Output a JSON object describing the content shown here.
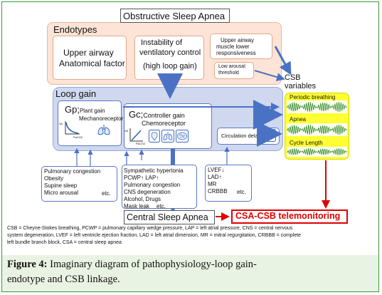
{
  "title": "Obstructive Sleep Apnea",
  "endotypes": {
    "label": "Endotypes",
    "anatomy": [
      "Upper airway",
      "Anatomical factor"
    ],
    "instability": [
      "Instability of",
      "ventilatory control",
      "(high loop gain)"
    ],
    "muscle": [
      "Upper airway",
      "muscle lower",
      "responsiveness"
    ],
    "arousal": [
      "Low arousal",
      "threshold"
    ]
  },
  "loop_gain": {
    "label": "Loop gain",
    "gp_title": "Gp;",
    "gp_sub": "Plant gain",
    "gp_mech": "Mechanoreceptor",
    "gc_title": "Gc;",
    "gc_sub": "Controller gain",
    "gc_chemo": "Chemoreceptor",
    "circ": "Circulation delay",
    "va": "VA",
    "paco2": "PaCO2"
  },
  "csb_vars": {
    "label": [
      "CSB",
      "variables"
    ],
    "items": [
      "Periodic breathing",
      "Apnea",
      "Cycle Length"
    ]
  },
  "left_box": [
    "Pulmonary congestion",
    "Obesity",
    "Supine sleep",
    "Micro arousal"
  ],
  "left_etc": "etc.",
  "mid_box": [
    "Sympathetic hypertonia",
    "PCWP↑ LAP↑",
    "Pulmonary congestion",
    "CNS degeneration",
    "Alcohol, Drugs",
    "Mask leak"
  ],
  "mid_etc": "etc.",
  "right_box": [
    "LVEF↓",
    "LAD↑",
    "MR",
    "CRBBB"
  ],
  "right_etc": "etc.",
  "csa": "Central Sleep Apnea",
  "telemon": "CSA-CSB telemonitoring",
  "abbrev": [
    "CSB = Cheyne-Stokes breathing, PCWP = pulmonary capillary wedge pressure, LAP = left atrial pressure, CNS = central nervous",
    "system degeneration, LVEF = left ventricle ejection fraction, LAD = left atrial dimension, MR = mitral regurgitation, CRBBB = complete",
    "left bundle branch block, CSA = central sleep apnea"
  ],
  "caption_label": "Figure 4:",
  "caption_lines": [
    "Imaginary diagram of pathophysiology-loop gain-",
    "endotype and CSB linkage."
  ],
  "colors": {
    "pink": "#fde4d6",
    "blue": "#cfd8ef",
    "arrow": "#4a72c4",
    "yellow": "#ffff33",
    "red": "#e00000"
  }
}
